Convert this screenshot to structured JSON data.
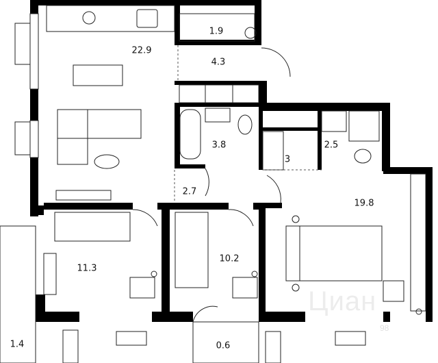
{
  "rooms": [
    {
      "id": "kitchen_living",
      "area": "22.9"
    },
    {
      "id": "closet_top",
      "area": "1.9"
    },
    {
      "id": "hall_top",
      "area": "4.3"
    },
    {
      "id": "bathroom",
      "area": "3.8"
    },
    {
      "id": "hall_mid",
      "area": "3"
    },
    {
      "id": "toilet",
      "area": "2.5"
    },
    {
      "id": "corridor",
      "area": "2.7"
    },
    {
      "id": "master_bedroom",
      "area": "19.8"
    },
    {
      "id": "bedroom_left",
      "area": "11.3"
    },
    {
      "id": "bedroom_mid",
      "area": "10.2"
    },
    {
      "id": "balcony_left",
      "area": "1.4"
    },
    {
      "id": "balcony_bottom",
      "area": "0.6"
    }
  ],
  "watermark": {
    "brand": "Циан",
    "code": "98"
  },
  "colors": {
    "wall": "#000000",
    "line": "#222222",
    "background": "#ffffff"
  }
}
